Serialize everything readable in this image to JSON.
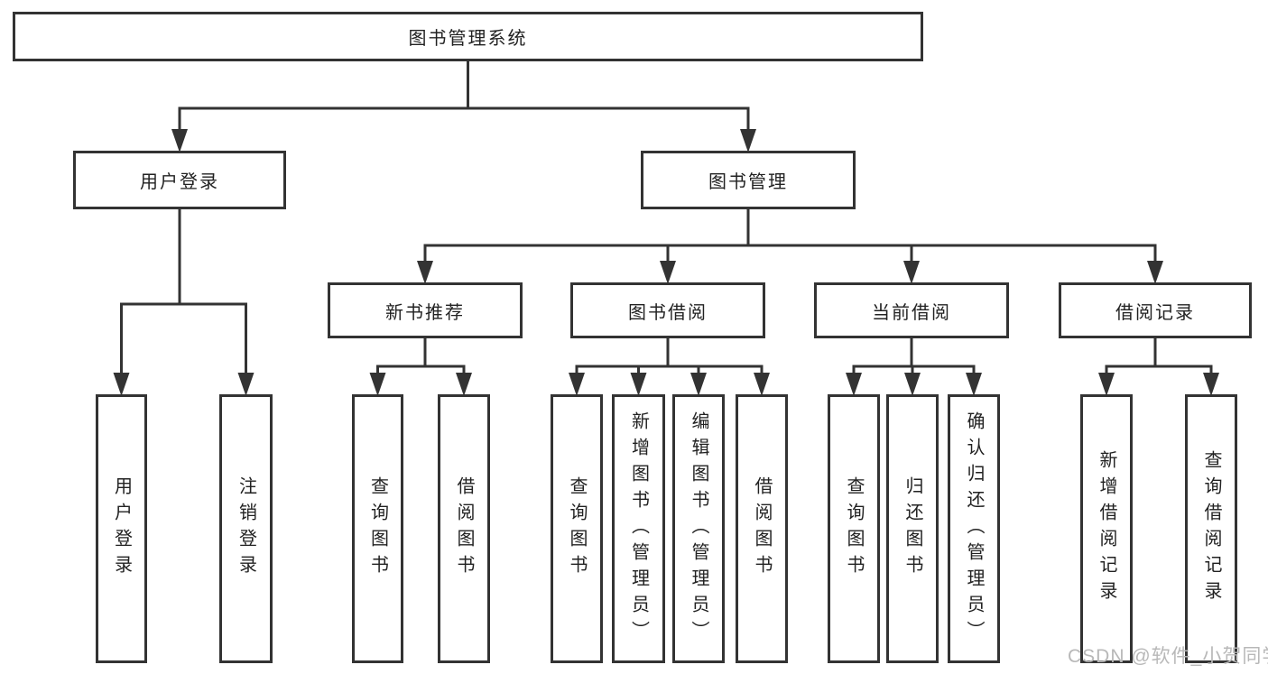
{
  "diagram": {
    "root": {
      "label": "图书管理系统"
    },
    "children": {
      "user_login": {
        "label": "用户登录",
        "children": {
          "login": {
            "label": "用户登录"
          },
          "logout": {
            "label": "注销登录"
          }
        }
      },
      "book_mgmt": {
        "label": "图书管理",
        "children": {
          "new_book_rec": {
            "label": "新书推荐",
            "children": {
              "query_books": {
                "label": "查询图书"
              },
              "borrow_books": {
                "label": "借阅图书"
              }
            }
          },
          "book_borrow": {
            "label": "图书借阅",
            "children": {
              "query_books": {
                "label": "查询图书"
              },
              "add_books": {
                "label": "新增图书（管理员）"
              },
              "edit_books": {
                "label": "编辑图书（管理员）"
              },
              "borrow_books": {
                "label": "借阅图书"
              }
            }
          },
          "current_borrow": {
            "label": "当前借阅",
            "children": {
              "query_books": {
                "label": "查询图书"
              },
              "return_books": {
                "label": "归还图书"
              },
              "confirm_return": {
                "label": "确认归还（管理员）"
              }
            }
          },
          "borrow_records": {
            "label": "借阅记录",
            "children": {
              "add_record": {
                "label": "新增借阅记录"
              },
              "query_record": {
                "label": "查询借阅记录"
              }
            }
          }
        }
      }
    }
  },
  "watermark": {
    "text": "CSDN @软件_小贺同学"
  },
  "colors": {
    "line": "#333333",
    "box_border": "#333333",
    "box_fill": "#ffffff",
    "text": "#222222",
    "watermark": "#b8b8b8",
    "background": "#ffffff"
  }
}
